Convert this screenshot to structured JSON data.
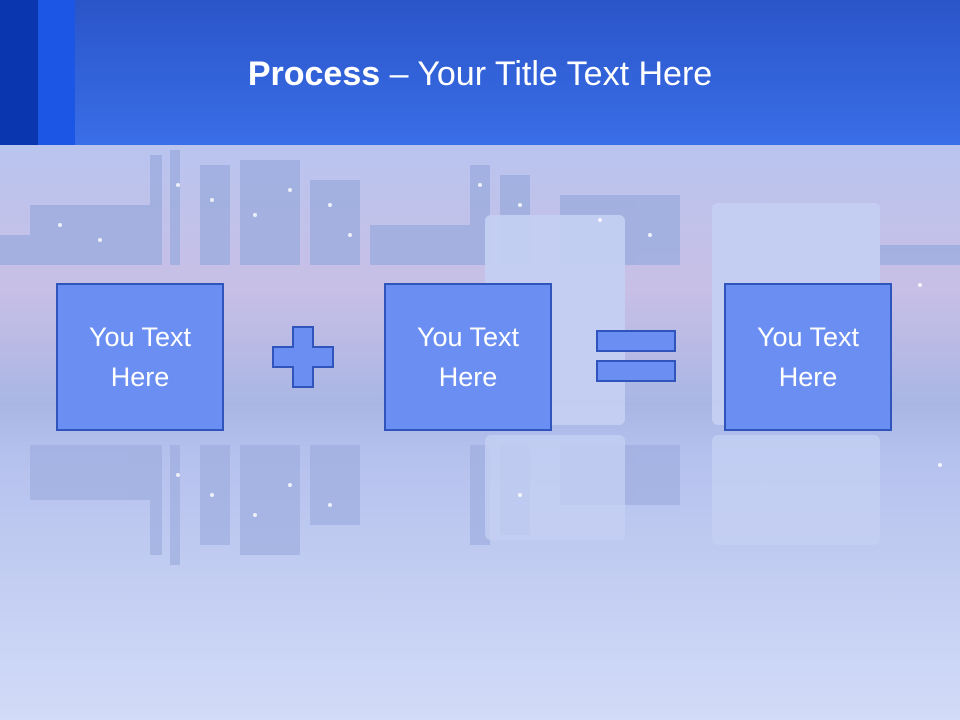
{
  "title": {
    "bold": "Process",
    "rest": " – Your Title Text Here"
  },
  "steps": [
    {
      "line1": "You Text",
      "line2": "Here"
    },
    {
      "line1": "You Text",
      "line2": "Here"
    },
    {
      "line1": "You Text",
      "line2": "Here"
    }
  ],
  "operators": [
    "plus",
    "equals"
  ],
  "colors": {
    "header": "#3a6ee8",
    "accent_dark": "#0a36b0",
    "box_fill": "#6a8ef2",
    "box_border": "#2f55bd",
    "background": "#c9d4f4"
  }
}
